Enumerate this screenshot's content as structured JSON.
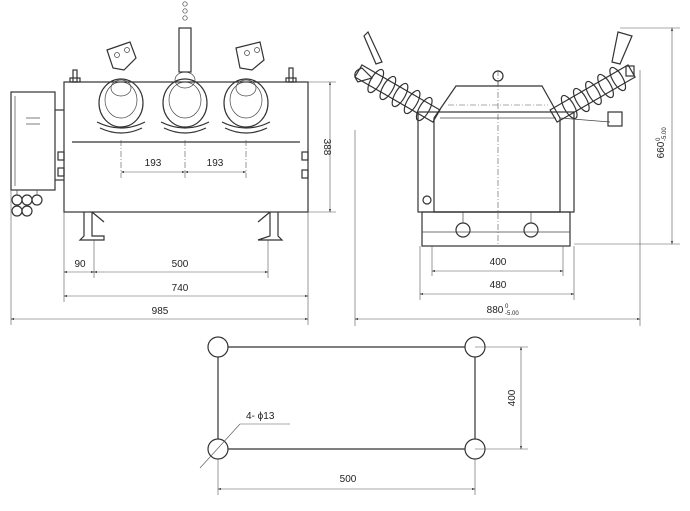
{
  "dims": {
    "front": {
      "pitch_left": "193",
      "pitch_right": "193",
      "height": "388",
      "offset": "90",
      "mount_span": "500",
      "body_width": "740",
      "overall_width": "985"
    },
    "side": {
      "height_value": "660",
      "height_tol_upper": "0",
      "height_tol_lower": "-5.00",
      "base_inner": "400",
      "base_outer": "480",
      "overall_value": "880",
      "overall_tol_upper": "0",
      "overall_tol_lower": "-5.00"
    },
    "mount": {
      "height": "400",
      "width": "500",
      "hole_label": "4- ϕ13"
    }
  }
}
